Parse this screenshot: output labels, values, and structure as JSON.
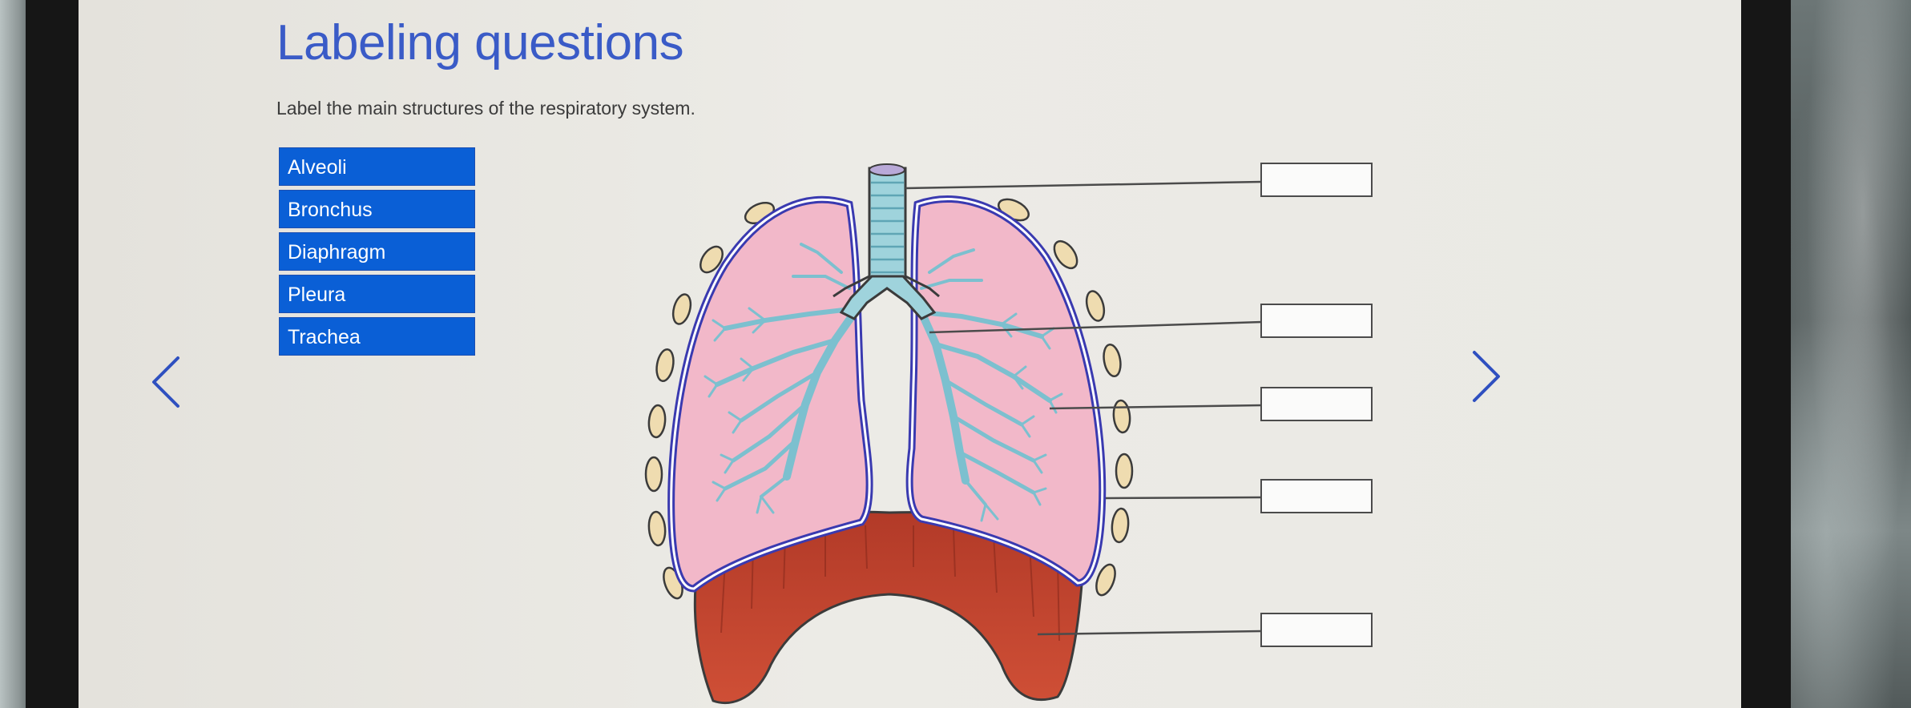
{
  "page": {
    "title": "Labeling questions",
    "instruction": "Label the main structures of the respiratory system."
  },
  "word_bank": [
    "Alveoli",
    "Bronchus",
    "Diaphragm",
    "Pleura",
    "Trachea"
  ],
  "nav": {
    "prev_icon": "chevron-left-icon",
    "next_icon": "chevron-right-icon"
  },
  "colors": {
    "accent_blue": "#3a5bc7",
    "chip_blue": "#0a5fd6",
    "lung_pink": "#f2b8c9",
    "pleura_purple": "#3a3ab0",
    "airway_blue": "#9fd3dc",
    "diaphragm_red": "#c5442f"
  },
  "diagram": {
    "subject": "respiratory system",
    "label_targets": 5,
    "filled_labels": []
  }
}
